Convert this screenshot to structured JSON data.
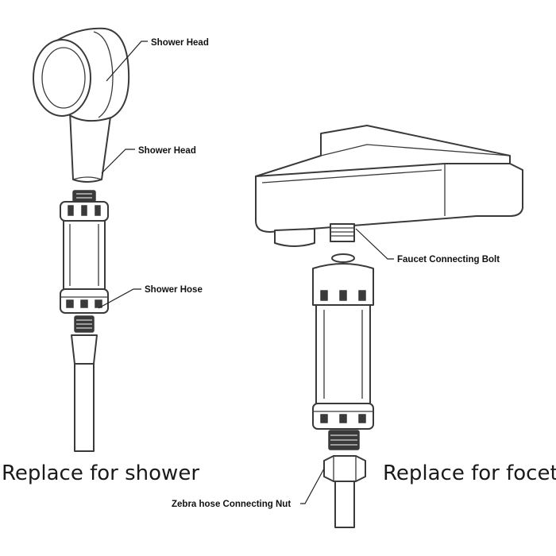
{
  "labels": {
    "shower_head_top": "Shower Head",
    "shower_head_neck": "Shower Head",
    "shower_hose": "Shower Hose",
    "faucet_bolt": "Faucet Connecting Bolt",
    "zebra_nut": "Zebra hose Connecting Nut"
  },
  "captions": {
    "shower": "Replace for shower",
    "faucet": "Replace for focet"
  }
}
